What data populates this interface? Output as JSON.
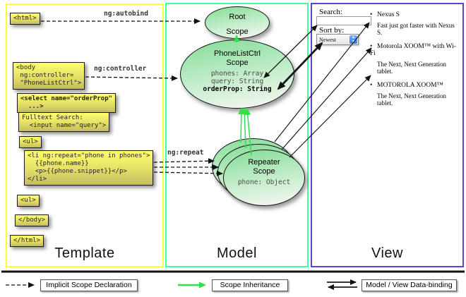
{
  "columns": {
    "template_label": "Template",
    "model_label": "Model",
    "view_label": "View"
  },
  "directives": {
    "autobind": "ng:autobind",
    "controller": "ng:controller",
    "repeat": "ng:repeat"
  },
  "template_code": {
    "html_open": "<html>",
    "body_open": "<body\n ng:controller=\n \"PhoneListCtrl\">",
    "select": "<select name=\"orderProp\"\n  ...>",
    "fulltext": "Fulltext Search:\n  <input name=\"query\">",
    "ul_open": "<ul>",
    "li_repeat": "<li ng:repeat=\"phone in phones\">\n  {{phone.name}}\n  <p>{{phone.snippet}}</p>\n</li>",
    "ul_close": "<ul>",
    "body_close": "</body>",
    "html_close": "</html>"
  },
  "scopes": {
    "root": {
      "title": "Root",
      "subtitle": "Scope"
    },
    "phonelist": {
      "title": "PhoneListCtrl",
      "subtitle": "Scope",
      "prop1": "phones: Array",
      "prop2": "query: String",
      "prop3": "orderProp: String"
    },
    "repeater": {
      "title": "Repeater",
      "subtitle": "Scope",
      "prop": "phone: Object"
    }
  },
  "view": {
    "search_label": "Search:",
    "search_value": "",
    "sort_label": "Sort by:",
    "sort_value": "Newest",
    "products": [
      {
        "name": "Nexus S",
        "desc": "Fast just got faster with Nexus S."
      },
      {
        "name": "Motorola XOOM™ with Wi-Fi",
        "desc": "The Next, Next Generation tablet."
      },
      {
        "name": "MOTOROLA XOOM™",
        "desc": "The Next, Next Generation tablet."
      }
    ]
  },
  "legend": {
    "implicit": "Implicit Scope Declaration",
    "inheritance": "Scope Inheritance",
    "databinding": "Model / View Data-binding"
  },
  "colors": {
    "template_border": "#ffff33",
    "model_border": "#40ff9f",
    "view_border": "#5b43d0",
    "scope_green_arrow": "#2de24a",
    "codebox_yellow": "#ffff66"
  }
}
